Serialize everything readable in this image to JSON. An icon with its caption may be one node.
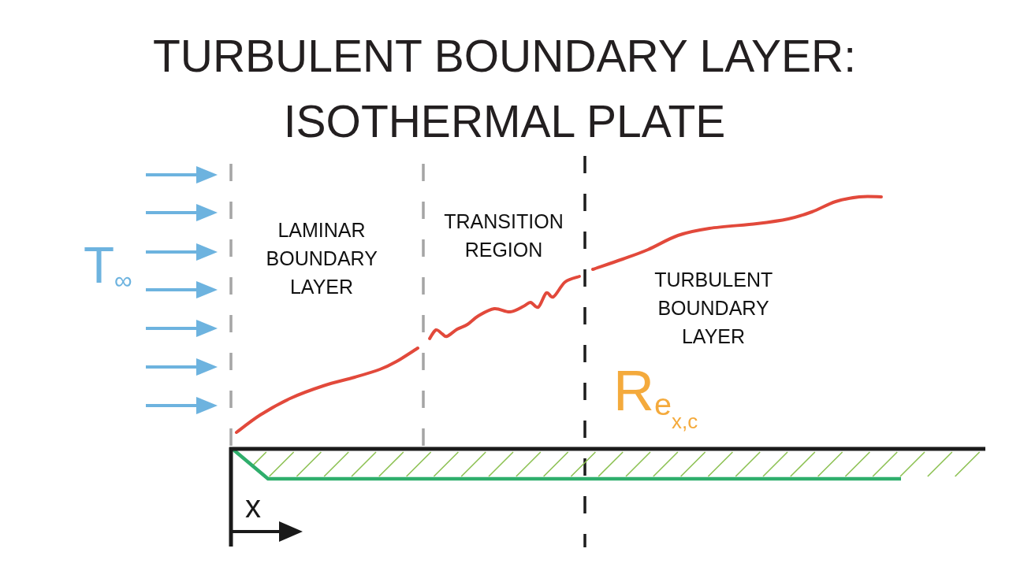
{
  "diagram": {
    "title": "TURBULENT BOUNDARY LAYER: ISOTHERMAL PLATE",
    "labels": [
      "T$_{∞}$",
      "LAMINAR BOUNDARY LAYER",
      "TRANSITION REGION",
      "TURBULENT BOUNDARY LAYER",
      "R$_{e}$$_{x,c}$",
      "x"
    ]
  }
}
